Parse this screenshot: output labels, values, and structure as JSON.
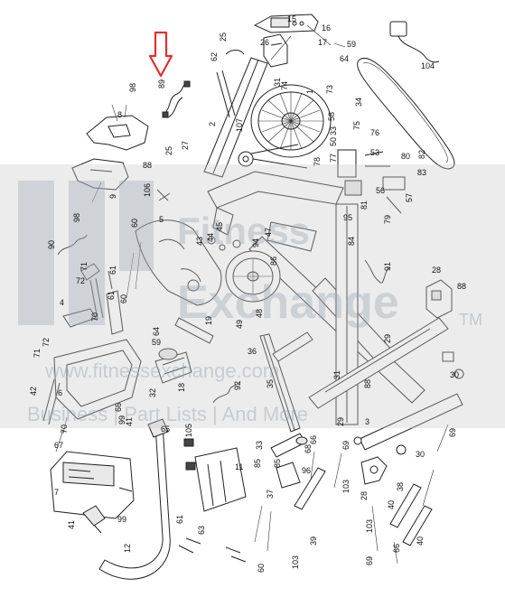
{
  "callouts": [
    {
      "id": "p25a",
      "text": "25"
    },
    {
      "id": "p26",
      "text": "26"
    },
    {
      "id": "p15",
      "text": "15"
    },
    {
      "id": "p16",
      "text": "16"
    },
    {
      "id": "p17",
      "text": "17"
    },
    {
      "id": "p59a",
      "text": "59"
    },
    {
      "id": "p64a",
      "text": "64"
    },
    {
      "id": "p104",
      "text": "104"
    },
    {
      "id": "p89",
      "text": "89"
    },
    {
      "id": "p98a",
      "text": "98"
    },
    {
      "id": "p8",
      "text": "8"
    },
    {
      "id": "p62",
      "text": "62"
    },
    {
      "id": "p31a",
      "text": "31"
    },
    {
      "id": "p74",
      "text": "74"
    },
    {
      "id": "p73",
      "text": "73"
    },
    {
      "id": "p34",
      "text": "34"
    },
    {
      "id": "p2",
      "text": "2"
    },
    {
      "id": "p1",
      "text": "1"
    },
    {
      "id": "p58",
      "text": "58"
    },
    {
      "id": "p33a",
      "text": "33"
    },
    {
      "id": "p107",
      "text": "107"
    },
    {
      "id": "p50",
      "text": "50"
    },
    {
      "id": "p75",
      "text": "75"
    },
    {
      "id": "p76",
      "text": "76"
    },
    {
      "id": "p53",
      "text": "53"
    },
    {
      "id": "p80",
      "text": "80"
    },
    {
      "id": "p83",
      "text": "83"
    },
    {
      "id": "p82",
      "text": "82"
    },
    {
      "id": "p9",
      "text": "9"
    },
    {
      "id": "p88a",
      "text": "88"
    },
    {
      "id": "p25b",
      "text": "25"
    },
    {
      "id": "p27",
      "text": "27"
    },
    {
      "id": "p77",
      "text": "77"
    },
    {
      "id": "p78",
      "text": "78"
    },
    {
      "id": "p56",
      "text": "56"
    },
    {
      "id": "p57",
      "text": "57"
    },
    {
      "id": "p79",
      "text": "79"
    },
    {
      "id": "p81",
      "text": "81"
    },
    {
      "id": "p106",
      "text": "106"
    },
    {
      "id": "p98b",
      "text": "98"
    },
    {
      "id": "p60a",
      "text": "60"
    },
    {
      "id": "p5",
      "text": "5"
    },
    {
      "id": "p43",
      "text": "43"
    },
    {
      "id": "p44",
      "text": "44"
    },
    {
      "id": "p45",
      "text": "45"
    },
    {
      "id": "p94",
      "text": "94"
    },
    {
      "id": "p47",
      "text": "47"
    },
    {
      "id": "p86",
      "text": "86"
    },
    {
      "id": "p84",
      "text": "84"
    },
    {
      "id": "p95",
      "text": "95"
    },
    {
      "id": "p90",
      "text": "90"
    },
    {
      "id": "p91",
      "text": "91"
    },
    {
      "id": "p28a",
      "text": "28"
    },
    {
      "id": "p88b",
      "text": "88"
    },
    {
      "id": "p72a",
      "text": "72"
    },
    {
      "id": "p71a",
      "text": "71"
    },
    {
      "id": "p61a",
      "text": "61"
    },
    {
      "id": "p4",
      "text": "4"
    },
    {
      "id": "p70a",
      "text": "70"
    },
    {
      "id": "p60b",
      "text": "60"
    },
    {
      "id": "p61b",
      "text": "61"
    },
    {
      "id": "p49",
      "text": "49"
    },
    {
      "id": "p48",
      "text": "48"
    },
    {
      "id": "p19",
      "text": "19"
    },
    {
      "id": "p59b",
      "text": "59"
    },
    {
      "id": "p64b",
      "text": "64"
    },
    {
      "id": "p36",
      "text": "36"
    },
    {
      "id": "p29a",
      "text": "29"
    },
    {
      "id": "p30a",
      "text": "30"
    },
    {
      "id": "p31b",
      "text": "31"
    },
    {
      "id": "p88c",
      "text": "88"
    },
    {
      "id": "p35",
      "text": "35"
    },
    {
      "id": "p71b",
      "text": "71"
    },
    {
      "id": "p72b",
      "text": "72"
    },
    {
      "id": "p18",
      "text": "18"
    },
    {
      "id": "p32",
      "text": "32"
    },
    {
      "id": "p92",
      "text": "92"
    },
    {
      "id": "p42",
      "text": "42"
    },
    {
      "id": "p6",
      "text": "6"
    },
    {
      "id": "p66a",
      "text": "66"
    },
    {
      "id": "p3",
      "text": "3"
    },
    {
      "id": "p41a",
      "text": "41"
    },
    {
      "id": "p65",
      "text": "65"
    },
    {
      "id": "p99a",
      "text": "99"
    },
    {
      "id": "p67",
      "text": "67"
    },
    {
      "id": "p70b",
      "text": "70"
    },
    {
      "id": "p105",
      "text": "105"
    },
    {
      "id": "p85a",
      "text": "85"
    },
    {
      "id": "p33b",
      "text": "33"
    },
    {
      "id": "p66b",
      "text": "66"
    },
    {
      "id": "p69a",
      "text": "69"
    },
    {
      "id": "p29b",
      "text": "29"
    },
    {
      "id": "p30b",
      "text": "30"
    },
    {
      "id": "p68",
      "text": "68"
    },
    {
      "id": "p69b",
      "text": "69"
    },
    {
      "id": "p7",
      "text": "7"
    },
    {
      "id": "p11",
      "text": "11"
    },
    {
      "id": "p85b",
      "text": "85"
    },
    {
      "id": "p96",
      "text": "96"
    },
    {
      "id": "p37",
      "text": "37"
    },
    {
      "id": "p103a",
      "text": "103"
    },
    {
      "id": "p38",
      "text": "38"
    },
    {
      "id": "p28b",
      "text": "28"
    },
    {
      "id": "p40a",
      "text": "40"
    },
    {
      "id": "p41b",
      "text": "41"
    },
    {
      "id": "p99b",
      "text": "99"
    },
    {
      "id": "p61c",
      "text": "61"
    },
    {
      "id": "p63",
      "text": "63"
    },
    {
      "id": "p12",
      "text": "12"
    },
    {
      "id": "p60c",
      "text": "60"
    },
    {
      "id": "p39",
      "text": "39"
    },
    {
      "id": "p103b",
      "text": "103"
    },
    {
      "id": "p40b",
      "text": "40"
    },
    {
      "id": "p69c",
      "text": "69"
    },
    {
      "id": "p66c",
      "text": "66"
    },
    {
      "id": "p103c",
      "text": "103"
    }
  ],
  "watermark": {
    "brand_line1": "Fitness",
    "brand_line2": "Exchange",
    "tm": "TM",
    "url": "www.fitnessexchange.com",
    "tagline": "Business | Part Lists | And More"
  },
  "colors": {
    "indicator_arrow": "#e0312b",
    "watermark_band": "#c9c9c9",
    "watermark_text": "#9aa7b4"
  }
}
